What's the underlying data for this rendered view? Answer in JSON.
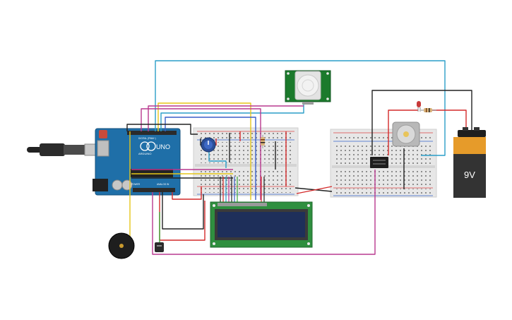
{
  "arduino": {
    "brand": "UNO",
    "logo_text": "ARDUINO",
    "digital_label": "DIGITAL (PWM~)",
    "power_label": "POWER",
    "analog_label": "ANALOG IN"
  },
  "battery": {
    "voltage_label": "9V"
  },
  "colors": {
    "wire_cyan": "#2a9ec8",
    "wire_yellow": "#e6c619",
    "wire_magenta": "#b9398f",
    "wire_red": "#d42a2a",
    "wire_black": "#222222",
    "wire_green": "#3caa3c",
    "wire_blue": "#3a5fc8",
    "arduino_blue": "#1f6fa8",
    "breadboard": "#e7e7e7",
    "pir_board": "#1b7a2c",
    "lcd_board": "#2f8f3f",
    "lcd_screen": "#1e2f5a"
  },
  "components": [
    "usb-cable",
    "arduino-uno",
    "breadboard-left",
    "breadboard-right",
    "pir-sensor",
    "potentiometer",
    "lcd-16x2",
    "piezo-buzzer",
    "temperature-sensor",
    "dc-motor",
    "relay",
    "led-red",
    "resistor",
    "battery-9v"
  ]
}
